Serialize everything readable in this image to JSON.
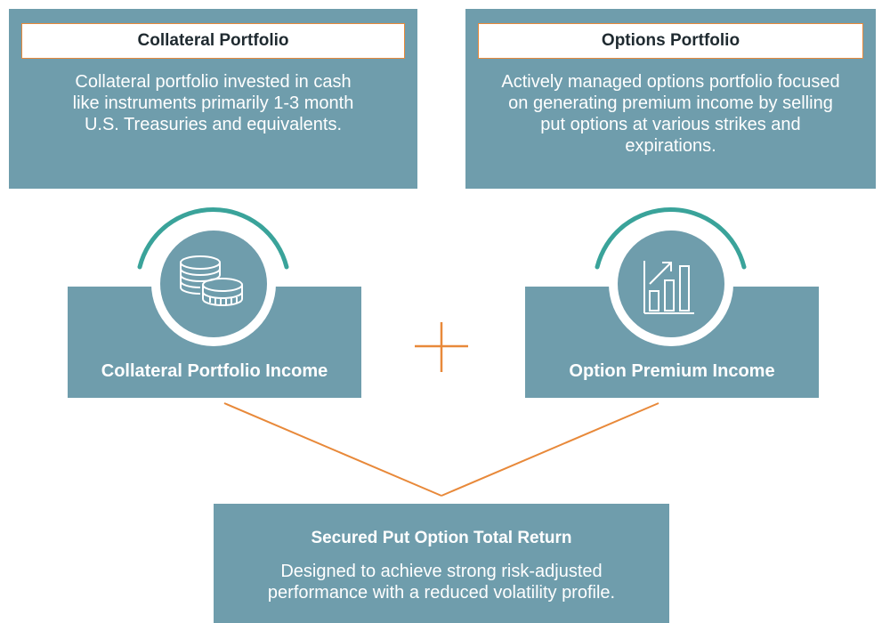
{
  "collateral_portfolio": {
    "title": "Collateral Portfolio",
    "description": "Collateral portfolio invested in cash like instruments primarily 1-3 month U.S. Treasuries and equivalents."
  },
  "options_portfolio": {
    "title": "Options Portfolio",
    "description": "Actively managed options portfolio focused on generating premium income by selling put options at various strikes and expirations."
  },
  "collateral_income": {
    "title": "Collateral Portfolio Income",
    "icon": "coins-icon"
  },
  "option_income": {
    "title": "Option Premium Income",
    "icon": "growth-chart-icon"
  },
  "total_return": {
    "title": "Secured Put Option Total Return",
    "description": "Designed to achieve strong risk-adjusted performance with a reduced volatility profile."
  },
  "colors": {
    "panel": "#6f9dac",
    "accent": "#e8893a",
    "arc": "#3aa39a"
  }
}
